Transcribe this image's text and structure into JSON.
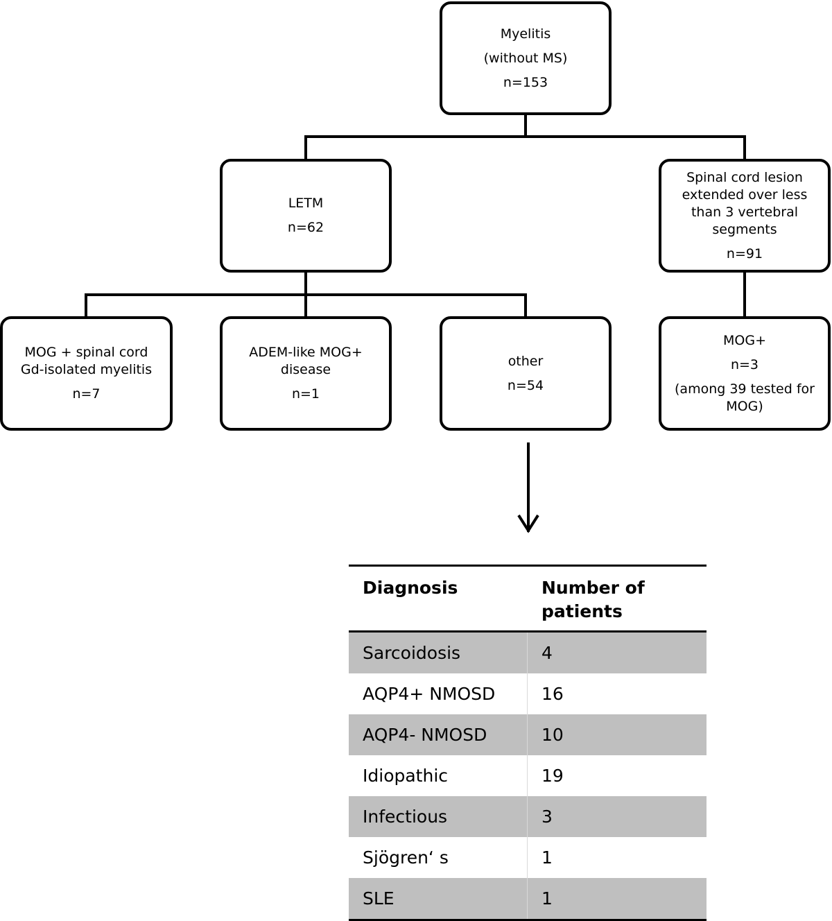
{
  "nodes": {
    "root": {
      "lines": [
        "Myelitis",
        "(without MS)",
        "n=153"
      ]
    },
    "letm": {
      "lines": [
        "LETM",
        "n=62"
      ]
    },
    "short": {
      "label": "Spinal cord lesion extended over less than 3 vertebral segments",
      "count": "n=91"
    },
    "mog_isolated": {
      "label": "MOG + spinal  cord Gd-isolated myelitis",
      "count": "n=7"
    },
    "adem": {
      "label": "ADEM-like MOG+ disease",
      "count": "n=1"
    },
    "other": {
      "lines": [
        "other",
        "n=54"
      ]
    },
    "mog_pos": {
      "title": "MOG+",
      "count": "n=3",
      "note": "(among 39 tested for MOG)"
    }
  },
  "table": {
    "headers": [
      "Diagnosis",
      "Number of patients"
    ],
    "rows": [
      [
        "Sarcoidosis",
        "4"
      ],
      [
        "AQP4+ NMOSD",
        "16"
      ],
      [
        "AQP4- NMOSD",
        "10"
      ],
      [
        "Idiopathic",
        "19"
      ],
      [
        "Infectious",
        "3"
      ],
      [
        "Sjögren‘ s",
        "1"
      ],
      [
        "SLE",
        "1"
      ]
    ]
  }
}
